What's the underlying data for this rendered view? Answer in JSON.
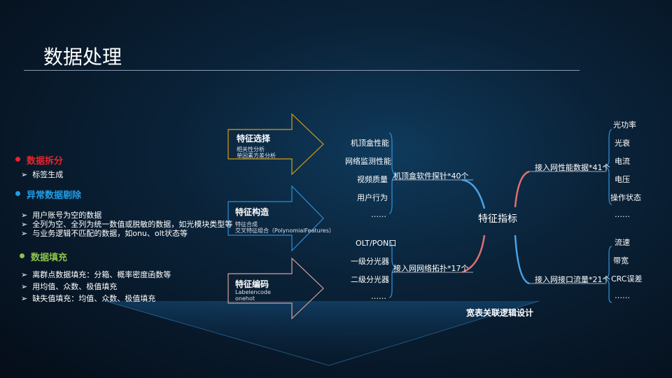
{
  "title": "数据处理",
  "sections": [
    {
      "title": "数据拆分",
      "color": "#e8232a",
      "items": [
        "标签生成"
      ]
    },
    {
      "title": "异常数据剔除",
      "color": "#1e9ee8",
      "items": [
        "用户账号为空的数据",
        "全列为空、全列为统一数值或脱敏的数据，如光模块类型等",
        "与业务逻辑不匹配的数据，如onu、olt状态等"
      ]
    },
    {
      "title": "数据填充",
      "color": "#8bc34a",
      "items": [
        "离群点数据填充：分箱、概率密度函数等",
        "用均值、众数、极值填充",
        "缺失值填充：均值、众数、极值填充"
      ]
    }
  ],
  "arrows": [
    {
      "title": "特征选择",
      "lines": [
        "相关性分析",
        "单因素方差分析"
      ],
      "color": "#d4a017"
    },
    {
      "title": "特征构造",
      "lines": [
        "特征合成",
        "交叉特征组合（PolynomialFeatures）"
      ],
      "color": "#2a8fd8"
    },
    {
      "title": "特征编码",
      "lines": [
        "Labelencode",
        "onehot"
      ],
      "color": "#d6a0a0"
    }
  ],
  "center": "特征指标",
  "groups": {
    "stb": {
      "label": "机顶盒软件探针*40个",
      "items": [
        "机顶盒性能",
        "网络监测性能",
        "视频质量",
        "用户行为",
        "……"
      ]
    },
    "topo": {
      "label": "接入网网络拓扑*17个",
      "items": [
        "OLT/PON口",
        "一级分光器",
        "二级分光器",
        "……"
      ]
    },
    "perf": {
      "label": "接入网性能数据*41个",
      "items": [
        "光功率",
        "光衰",
        "电流",
        "电压",
        "操作状态",
        "……"
      ]
    },
    "flow": {
      "label": "接入网接口流量*21个",
      "items": [
        "流速",
        "带宽",
        "CRC误差",
        "……"
      ]
    }
  },
  "bottom_label": "宽表关联逻辑设计"
}
